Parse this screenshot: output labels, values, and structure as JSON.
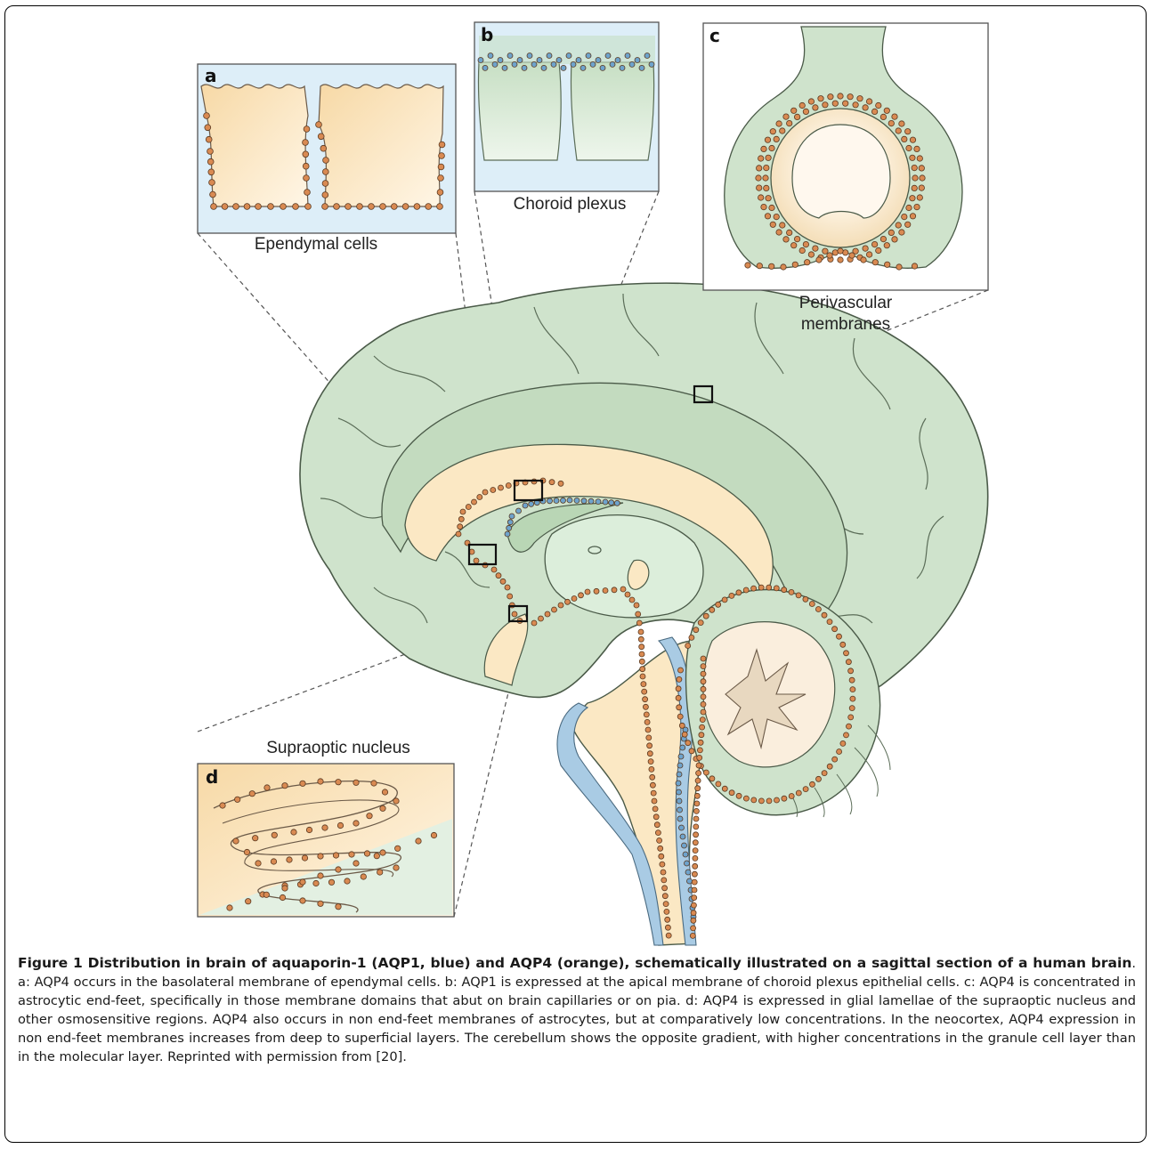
{
  "panels": {
    "a": {
      "letter": "a",
      "label": "Ependymal cells"
    },
    "b": {
      "letter": "b",
      "label": "Choroid plexus"
    },
    "c": {
      "letter": "c",
      "label_line1": "Perivascular",
      "label_line2": "membranes"
    },
    "d": {
      "letter": "d",
      "label": "Supraoptic nucleus"
    }
  },
  "colors": {
    "brain_green": "#cfe3cc",
    "brain_outline": "#4a5a48",
    "aqp4_orange": "#d98a52",
    "aqp1_blue": "#6ea3cc",
    "cream": "#fbe8c4",
    "csf_blue": "#a9cbe4"
  },
  "caption": {
    "title": "Figure 1 Distribution in brain of aquaporin-1 (AQP1, blue) and AQP4 (orange), schematically illustrated on a sagittal section of a human brain",
    "body": ". a: AQP4 occurs in the basolateral membrane of ependymal cells. b: AQP1 is expressed at the apical membrane of choroid plexus epithelial cells. c: AQP4 is concentrated in astrocytic end-feet, specifically in those membrane domains that abut on brain capillaries or on pia. d: AQP4 is expressed in glial lamellae of the supraoptic nucleus and other osmosensitive regions. AQP4 also occurs in non end-feet membranes of astrocytes, but at comparatively low concentrations. In the neocortex, AQP4 expression in non end-feet membranes increases from deep to superficial layers. The cerebellum shows the opposite gradient, with higher concentrations in the granule cell layer than in the molecular layer. Reprinted with permission from [20]."
  }
}
